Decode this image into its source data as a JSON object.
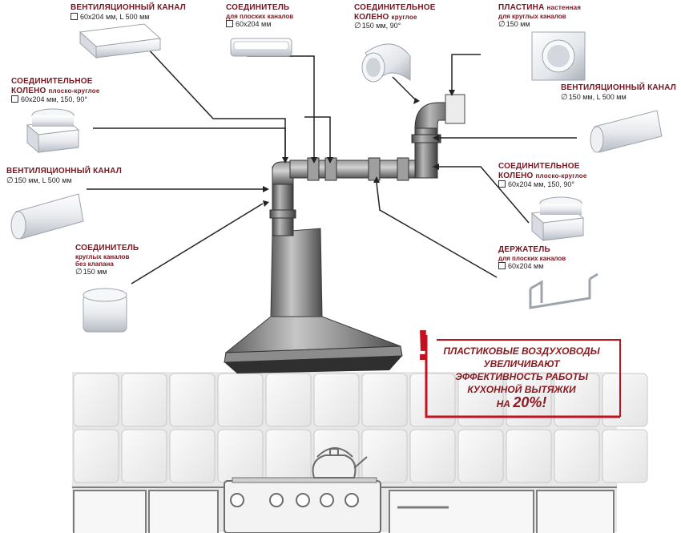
{
  "labels": {
    "duct_flat_top": {
      "title": "ВЕНТИЛЯЦИОННЫЙ КАНАЛ",
      "spec": "60х204 мм, L 500 мм"
    },
    "connector_flat": {
      "title": "СОЕДИНИТЕЛЬ",
      "sub": "для плоских каналов",
      "spec": "60х204 мм"
    },
    "elbow_round": {
      "title": "СОЕДИНИТЕЛЬНОЕ",
      "title2": "КОЛЕНО",
      "title2_sub": "круглое",
      "spec": "150 мм, 90°"
    },
    "wall_plate": {
      "title": "ПЛАСТИНА",
      "title_sub": "настенная",
      "sub": "для круглых каналов",
      "spec": "150 мм"
    },
    "elbow_flat_round_left": {
      "title": "СОЕДИНИТЕЛЬНОЕ",
      "title2": "КОЛЕНО",
      "title2_sub": "плоско-круглое",
      "spec": "60х204 мм, 150, 90°"
    },
    "duct_round_right": {
      "title": "ВЕНТИЛЯЦИОННЫЙ КАНАЛ",
      "spec": "150 мм, L 500 мм"
    },
    "duct_round_left": {
      "title": "ВЕНТИЛЯЦИОННЫЙ КАНАЛ",
      "spec": "150 мм, L 500 мм"
    },
    "elbow_flat_round_right": {
      "title": "СОЕДИНИТЕЛЬНОЕ",
      "title2": "КОЛЕНО",
      "title2_sub": "плоско-круглое",
      "spec": "60х204 мм, 150, 90°"
    },
    "holder": {
      "title": "ДЕРЖАТЕЛЬ",
      "sub": "для плоских каналов",
      "spec": "60х204 мм"
    },
    "connector_round": {
      "title": "СОЕДИНИТЕЛЬ",
      "sub1": "круглых каналов",
      "sub2": "без клапана",
      "spec": "150 мм"
    }
  },
  "promo": {
    "line1": "ПЛАСТИКОВЫЕ ВОЗДУХОВОДЫ",
    "line2": "УВЕЛИЧИВАЮТ",
    "line3": "ЭФФЕКТИВНОСТЬ РАБОТЫ",
    "line4": "КУХОННОЙ ВЫТЯЖКИ",
    "line5_prefix": "НА",
    "line5_value": "20%!",
    "exclamation": "!"
  },
  "colors": {
    "accent": "#7a1420",
    "promo_border": "#c1121f",
    "duct_metal": "#6d6d6d",
    "tile": "#f2f2f2",
    "tile_edge": "#c9c9c9"
  }
}
